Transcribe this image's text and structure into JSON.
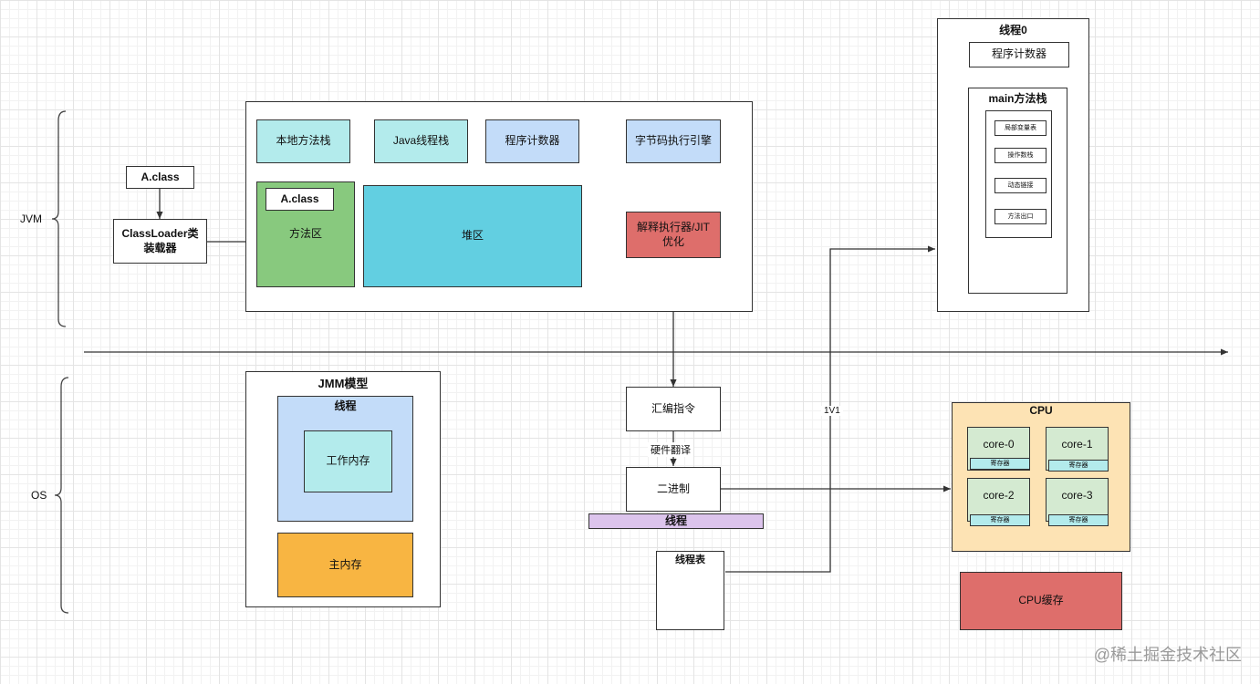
{
  "labels": {
    "jvm": "JVM",
    "os": "OS"
  },
  "jvm_left": {
    "a_class": "A.class",
    "classloader": "ClassLoader类装载器"
  },
  "jvm_runtime": {
    "native_stack": "本地方法栈",
    "java_stack": "Java线程栈",
    "pc_counter": "程序计数器",
    "bytecode_engine": "字节码执行引擎",
    "method_area_class": "A.class",
    "method_area": "方法区",
    "heap": "堆区",
    "interpreter_jit": "解释执行器/JIT优化"
  },
  "thread0": {
    "title": "线程0",
    "pc_counter": "程序计数器",
    "main_stack": "main方法栈",
    "frame_items": [
      "局部变量表",
      "操作数栈",
      "动态链接",
      "方法出口"
    ]
  },
  "jmm": {
    "title": "JMM模型",
    "thread": "线程",
    "working_memory": "工作内存",
    "main_memory": "主内存"
  },
  "flow": {
    "assembly": "汇编指令",
    "hw_translate": "硬件翻译",
    "binary": "二进制",
    "thread_bar": "线程",
    "thread_table": "线程表",
    "one_to_one": "1V1"
  },
  "cpu": {
    "title": "CPU",
    "cores": [
      "core-0",
      "core-1",
      "core-2",
      "core-3"
    ],
    "register": "寄存器",
    "cache": "CPU缓存"
  },
  "watermark": "@稀土掘金技术社区"
}
